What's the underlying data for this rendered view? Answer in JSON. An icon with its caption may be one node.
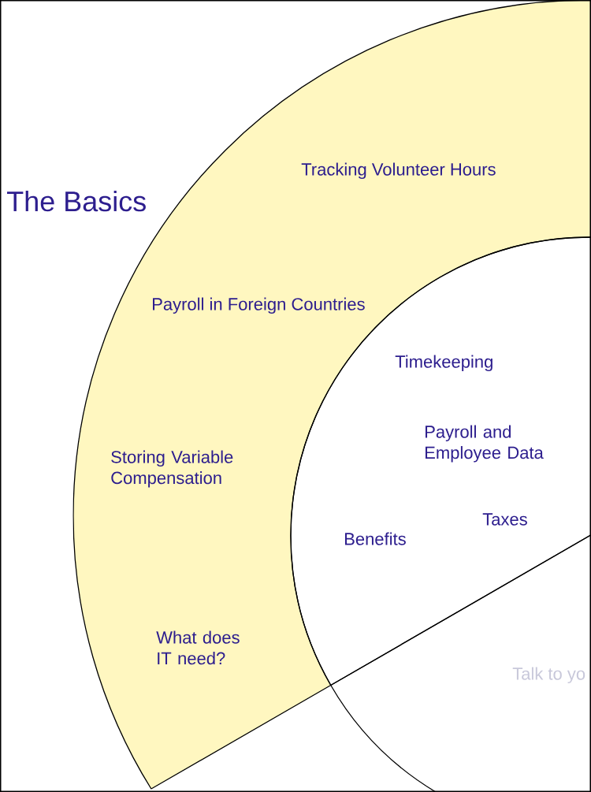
{
  "diagram": {
    "title": "The Basics",
    "nodes": [
      {
        "text": [
          "Tracking Volunteer Hours",
          "Payroll in Foreign Countries",
          "Storing Variable Compensation",
          "What does IT need?"
        ]
      },
      {
        "text": [
          "Timekeeping",
          "Payroll and Employee Data",
          "Taxes",
          "Benefits"
        ]
      },
      {
        "text": [
          "Talk to yo"
        ]
      }
    ]
  }
}
